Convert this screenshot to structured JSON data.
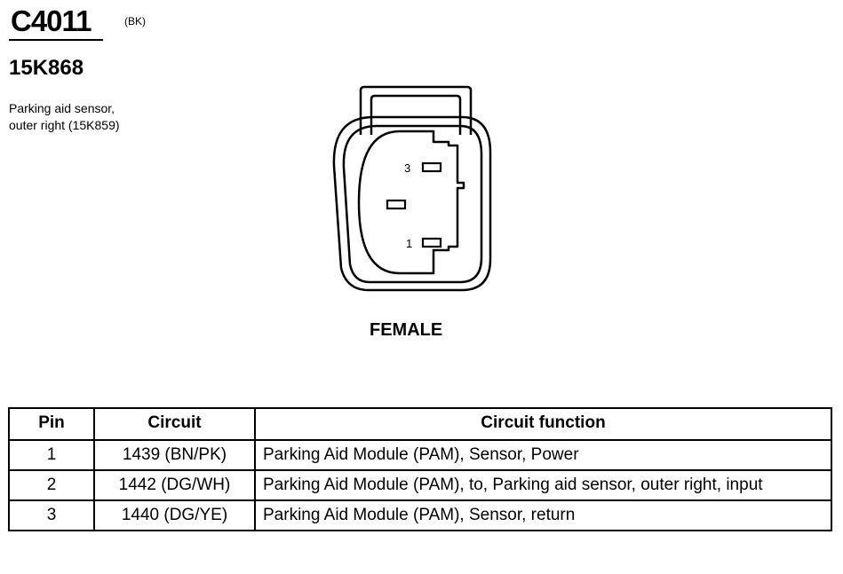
{
  "connector": {
    "id": "C4011",
    "color": "(BK)",
    "part_number": "15K868",
    "description_line1": "Parking aid sensor,",
    "description_line2": "outer right (15K859)",
    "gender": "FEMALE",
    "pin_labels": [
      "3",
      "1"
    ]
  },
  "table": {
    "headers": {
      "pin": "Pin",
      "circuit": "Circuit",
      "function": "Circuit function"
    },
    "rows": [
      {
        "pin": "1",
        "circuit": "1439 (BN/PK)",
        "function": "Parking Aid Module (PAM), Sensor, Power"
      },
      {
        "pin": "2",
        "circuit": "1442 (DG/WH)",
        "function": "Parking Aid Module (PAM), to, Parking aid sensor, outer right, input"
      },
      {
        "pin": "3",
        "circuit": "1440 (DG/YE)",
        "function": "Parking Aid Module (PAM), Sensor, return"
      }
    ]
  }
}
